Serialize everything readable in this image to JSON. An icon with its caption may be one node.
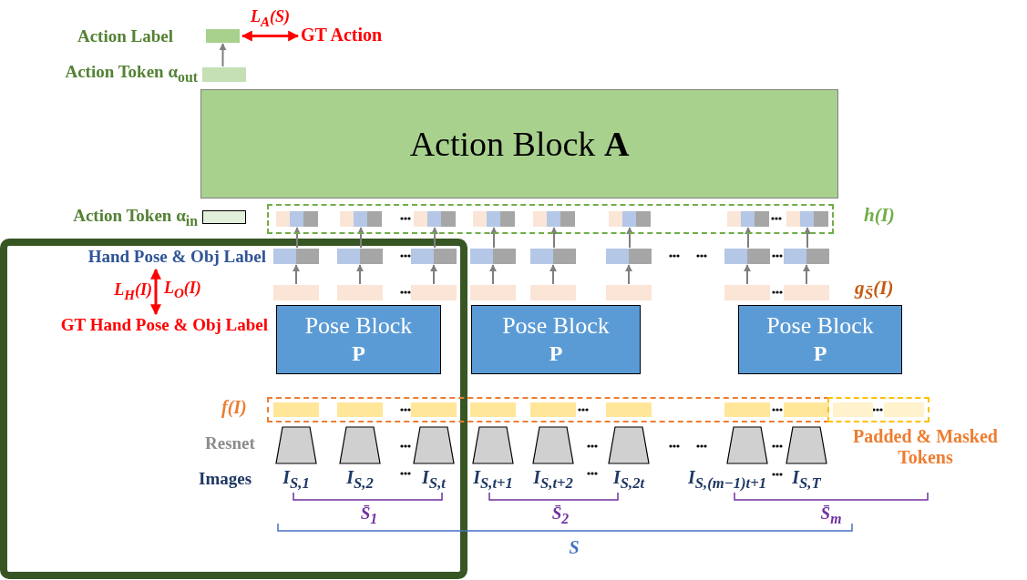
{
  "diagram": {
    "nodes": [
      {
        "text": [],
        "shape": "box",
        "beside": [
          "Action Label"
        ]
      },
      {
        "text": [
          "GT Action"
        ]
      },
      {
        "text": [],
        "shape": "box",
        "beside": [
          "Action Token α$_{out}$"
        ]
      },
      {
        "text": [
          "Action Block **A**"
        ]
      },
      {
        "text": [],
        "shape": "box",
        "beside": [
          "Action Token α$_{in}$"
        ]
      },
      {
        "text": [
          "h(I)"
        ]
      },
      {
        "text": [],
        "shape": "box",
        "in": 5
      },
      {
        "text": [],
        "shape": "box",
        "in": 5
      },
      {
        "text": [],
        "shape": "box",
        "in": 5
      },
      {
        "text": [],
        "shape": "box",
        "in": 5
      },
      {
        "text": [],
        "shape": "box",
        "in": 5
      },
      {
        "text": [],
        "shape": "box",
        "in": 5
      },
      {
        "text": [],
        "shape": "box",
        "in": 5
      },
      {
        "text": [],
        "shape": "box",
        "in": 5
      },
      {
        "text": [
          "Hand Pose & Obj Label"
        ]
      },
      {
        "text": [
          "GT Hand Pose & Obj Label"
        ]
      },
      {
        "text": [],
        "shape": "box"
      },
      {
        "text": [],
        "shape": "box"
      },
      {
        "text": [],
        "shape": "box"
      },
      {
        "text": [],
        "shape": "box"
      },
      {
        "text": [],
        "shape": "box"
      },
      {
        "text": [],
        "shape": "box"
      },
      {
        "text": [],
        "shape": "box"
      },
      {
        "text": [],
        "shape": "box"
      },
      {
        "text": [
          "g$_{S̄}$(I)"
        ]
      },
      {
        "text": [],
        "shape": "box",
        "in": 24
      },
      {
        "text": [],
        "shape": "box",
        "in": 24
      },
      {
        "text": [],
        "shape": "box",
        "in": 24
      },
      {
        "text": [],
        "shape": "box",
        "in": 24
      },
      {
        "text": [],
        "shape": "box",
        "in": 24
      },
      {
        "text": [],
        "shape": "box",
        "in": 24
      },
      {
        "text": [],
        "shape": "box",
        "in": 24
      },
      {
        "text": [],
        "shape": "box",
        "in": 24
      },
      {
        "text": [
          "Pose Block",
          "P"
        ]
      },
      {
        "text": [
          "Pose Block",
          "P"
        ]
      },
      {
        "text": [
          "Pose Block",
          "P"
        ]
      },
      {
        "text": [
          "f(I)"
        ]
      },
      {
        "text": [
          "Padded & Masked Tokens"
        ]
      }
    ],
    "edges": [
      {
        "from": 0,
        "to": 1,
        "arrow": "both",
        "label": "L$_{A}$(S)",
        "color": "#ff0000"
      },
      {
        "from": 2,
        "to": 0,
        "arrow": "to"
      },
      {
        "from": 14,
        "to": 15,
        "arrow": "both",
        "label": "L$_{H}$(I)",
        "color": "#ff0000"
      },
      {
        "from": 25,
        "to": 16,
        "arrow": "to"
      },
      {
        "from": 16,
        "to": 6,
        "arrow": "to"
      },
      {
        "from": 26,
        "to": 17,
        "arrow": "to"
      },
      {
        "from": 17,
        "to": 7,
        "arrow": "to"
      },
      {
        "from": 27,
        "to": 18,
        "arrow": "to"
      },
      {
        "from": 18,
        "to": 8,
        "arrow": "to"
      },
      {
        "from": 28,
        "to": 19,
        "arrow": "to"
      },
      {
        "from": 19,
        "to": 9,
        "arrow": "to"
      },
      {
        "from": 29,
        "to": 20,
        "arrow": "to"
      },
      {
        "from": 20,
        "to": 10,
        "arrow": "to"
      },
      {
        "from": 30,
        "to": 21,
        "arrow": "to"
      },
      {
        "from": 21,
        "to": 11,
        "arrow": "to"
      },
      {
        "from": 31,
        "to": 22,
        "arrow": "to"
      },
      {
        "from": 22,
        "to": 12,
        "arrow": "to"
      },
      {
        "from": 32,
        "to": 23,
        "arrow": "to"
      },
      {
        "from": 23,
        "to": 13,
        "arrow": "to"
      }
    ],
    "labels": [
      "L$_{O}$(I)",
      "Resnet",
      "Images",
      "I$_{S,1}$",
      "I$_{S,2}$",
      "I$_{S,t}$",
      "I$_{S,t+1}$",
      "I$_{S,t+2}$",
      "I$_{S,2t}$",
      "I$_{S,(m−1)t+1}$",
      "I$_{S,T}$",
      "S̄$_{1}$",
      "S̄$_{2}$",
      "S̄$_{m}$",
      "S"
    ]
  }
}
